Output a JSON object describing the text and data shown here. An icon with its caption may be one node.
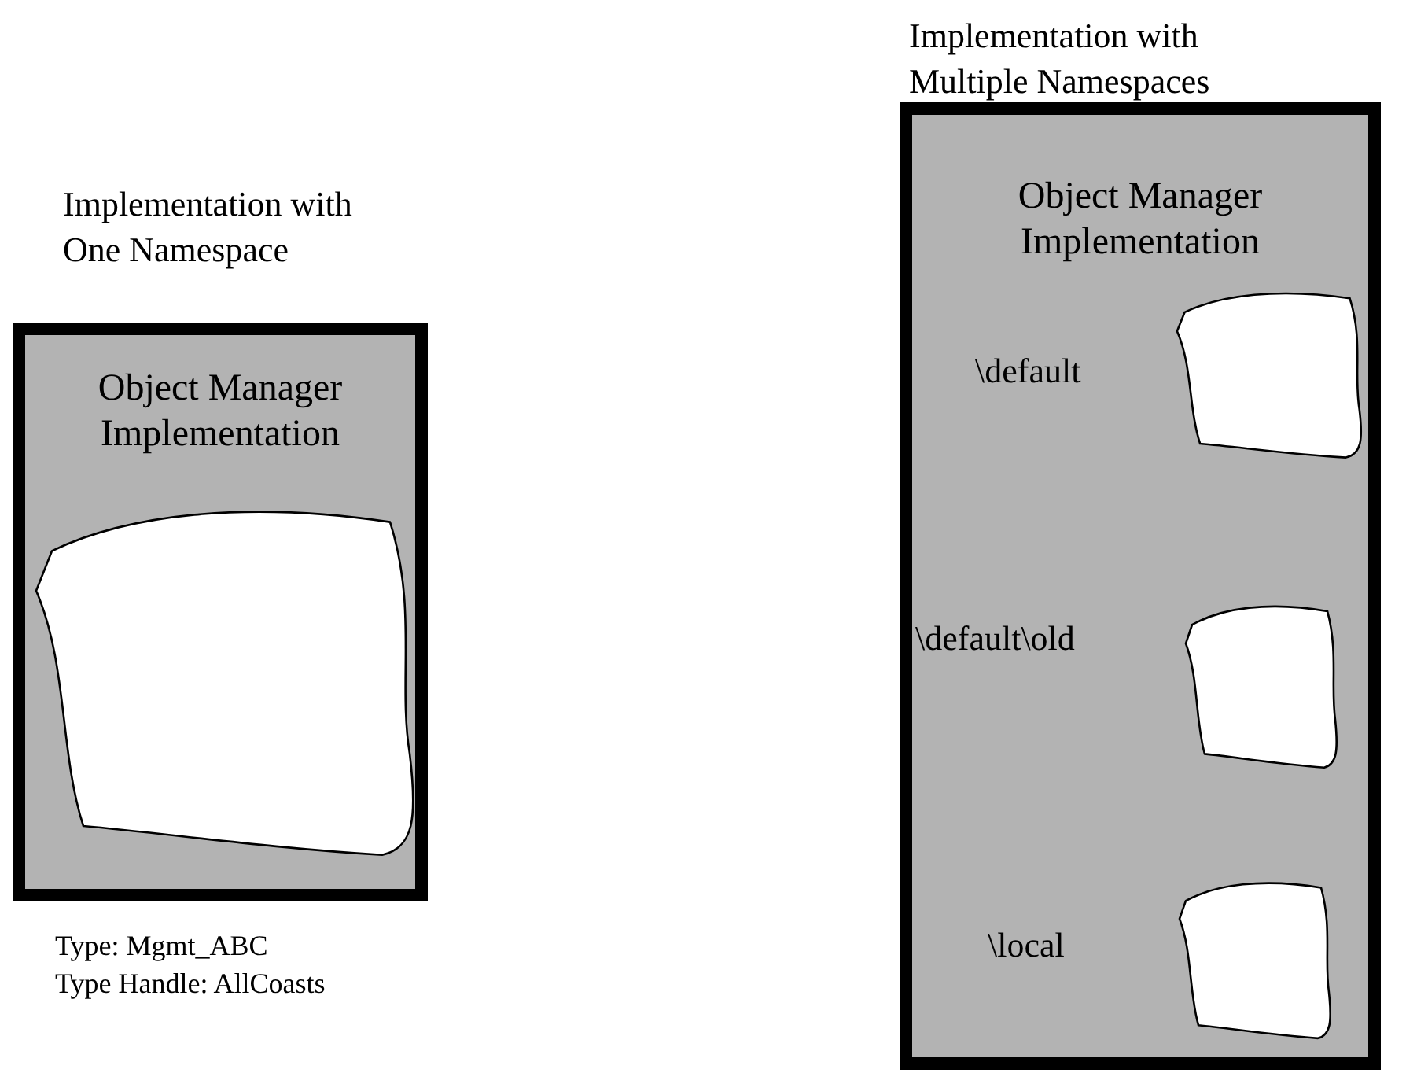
{
  "diagram": {
    "nodes": [
      {
        "text": [
          "Object Manager Implementation"
        ]
      },
      {
        "text": [],
        "shape": "blob",
        "in": 0
      },
      {
        "text": [
          "Object Manager Implementation"
        ]
      },
      {
        "text": [],
        "shape": "blob",
        "in": 2,
        "beside": [
          "\\default"
        ]
      },
      {
        "text": [],
        "shape": "blob",
        "in": 2,
        "beside": [
          "\\default\\old"
        ]
      },
      {
        "text": [],
        "shape": "blob",
        "in": 2,
        "beside": [
          "\\local"
        ]
      }
    ],
    "labels": [
      "Implementation with Multiple Namespaces",
      "Implementation with One Namespace",
      "Type: Mgmt_ABC",
      "Type Handle: AllCoasts"
    ]
  }
}
